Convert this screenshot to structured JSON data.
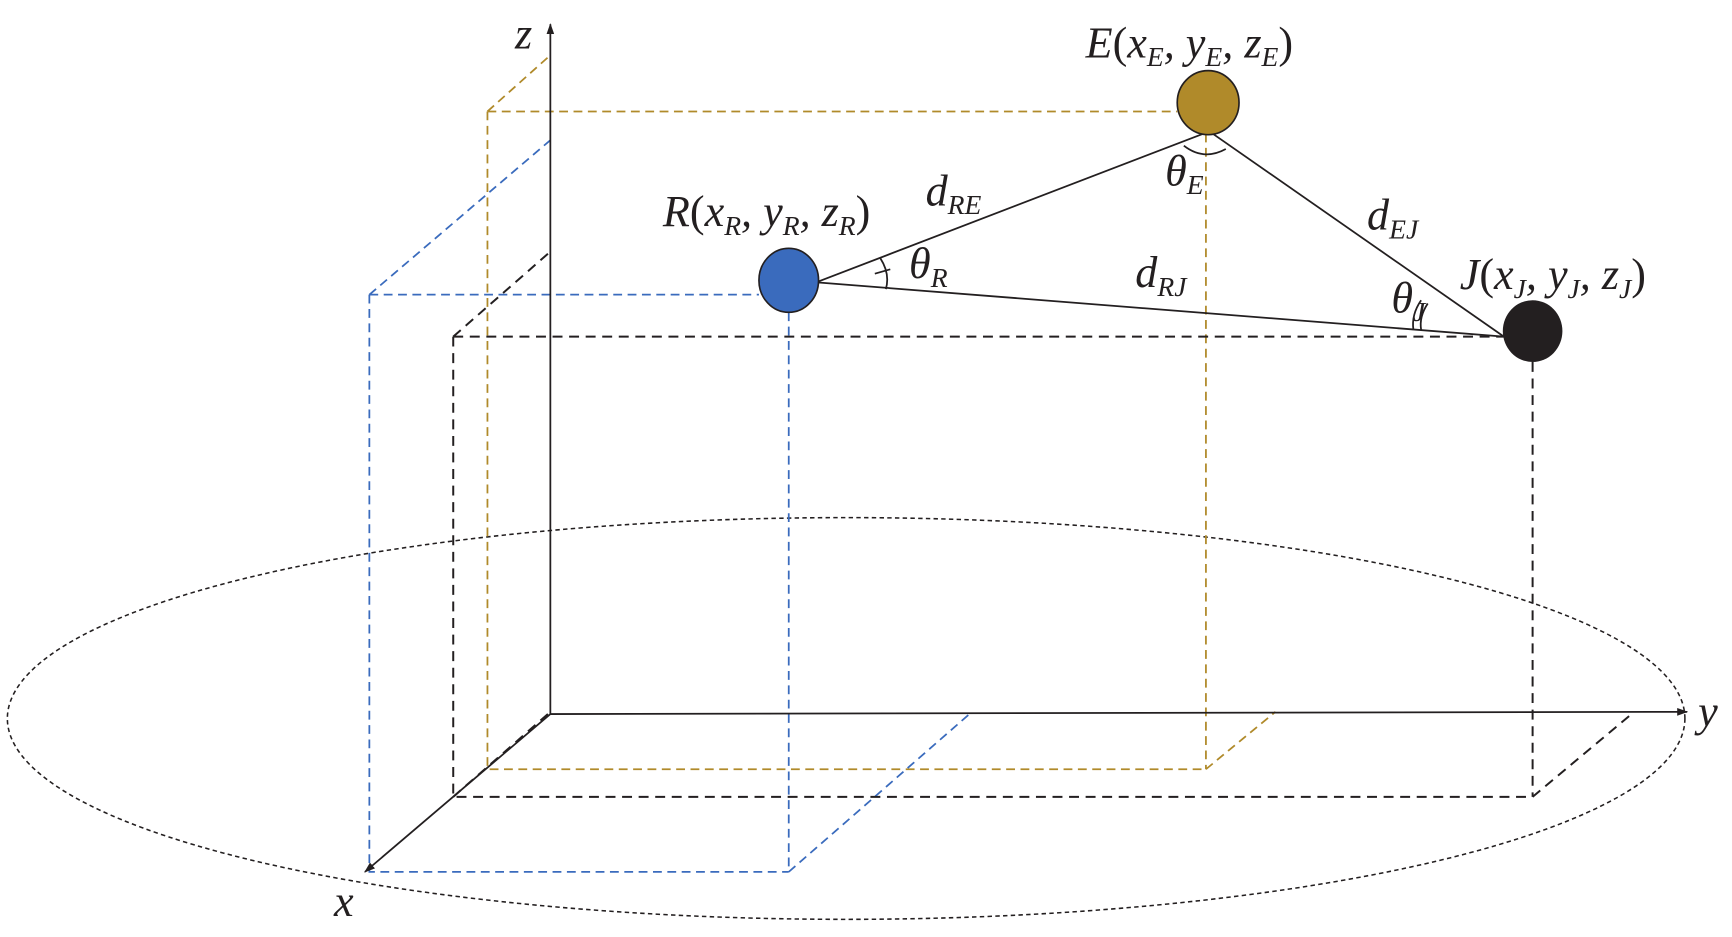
{
  "axes": {
    "x": "x",
    "y": "y",
    "z": "z"
  },
  "colors": {
    "receiver": "#3a6bbd",
    "eavesdropper": "#b08a2a",
    "jammer": "#231f20"
  },
  "points": {
    "R": {
      "name": "R",
      "open": "(",
      "x": "x",
      "y": "y",
      "z": "z",
      "sub": "R",
      "comma": ",",
      "close": ")"
    },
    "E": {
      "name": "E",
      "open": "(",
      "x": "x",
      "y": "y",
      "z": "z",
      "sub": "E",
      "comma": ",",
      "close": ")"
    },
    "J": {
      "name": "J",
      "open": "(",
      "x": "x",
      "y": "y",
      "z": "z",
      "sub": "J",
      "comma": ",",
      "close": ")"
    }
  },
  "distances": {
    "RE": {
      "main": "d",
      "sub": "RE"
    },
    "RJ": {
      "main": "d",
      "sub": "RJ"
    },
    "EJ": {
      "main": "d",
      "sub": "EJ"
    }
  },
  "angles": {
    "R": {
      "main": "θ",
      "sub": "R"
    },
    "E": {
      "main": "θ",
      "sub": "E"
    },
    "J": {
      "main": "θ",
      "sub": "J"
    }
  }
}
